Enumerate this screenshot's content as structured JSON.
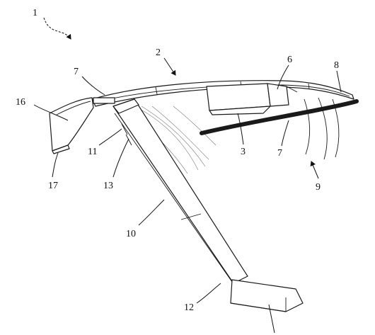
{
  "figure": {
    "colors": {
      "line": "#1a1a1a",
      "thick_band": "#1a1a1a",
      "background": "#ffffff"
    },
    "reference_labels": [
      {
        "id": "label-1",
        "text": "1"
      },
      {
        "id": "label-2",
        "text": "2"
      },
      {
        "id": "label-6",
        "text": "6"
      },
      {
        "id": "label-7-top",
        "text": "7"
      },
      {
        "id": "label-8",
        "text": "8"
      },
      {
        "id": "label-16",
        "text": "16"
      },
      {
        "id": "label-11",
        "text": "11"
      },
      {
        "id": "label-13",
        "text": "13"
      },
      {
        "id": "label-3",
        "text": "3"
      },
      {
        "id": "label-7-mid",
        "text": "7"
      },
      {
        "id": "label-9",
        "text": "9"
      },
      {
        "id": "label-17",
        "text": "17"
      },
      {
        "id": "label-10",
        "text": "10"
      },
      {
        "id": "label-12",
        "text": "12"
      }
    ]
  }
}
